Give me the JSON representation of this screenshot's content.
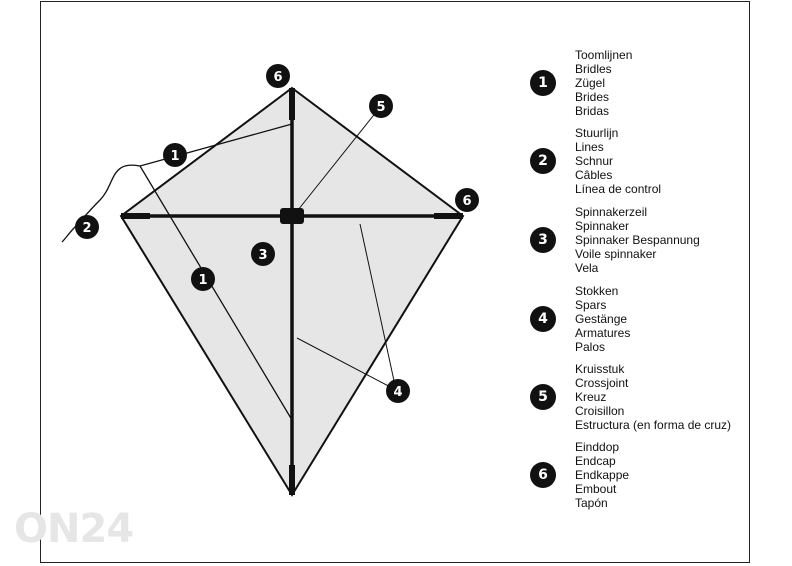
{
  "legend": [
    {
      "number": "1",
      "terms": [
        "Toomlijnen",
        "Bridles",
        "Zügel",
        "Brides",
        "Bridas"
      ]
    },
    {
      "number": "2",
      "terms": [
        "Stuurlijn",
        "Lines",
        "Schnur",
        "Câbles",
        "Línea de control"
      ]
    },
    {
      "number": "3",
      "terms": [
        "Spinnakerzeil",
        "Spinnaker",
        "Spinnaker Bespannung",
        "Voile spinnaker",
        "Vela"
      ]
    },
    {
      "number": "4",
      "terms": [
        "Stokken",
        "Spars",
        "Gestänge",
        "Armatures",
        "Palos"
      ]
    },
    {
      "number": "5",
      "terms": [
        "Kruisstuk",
        "Crossjoint",
        "Kreuz",
        "Croisillon",
        "Estructura (en forma de cruz)"
      ]
    },
    {
      "number": "6",
      "terms": [
        "Einddop",
        "Endcap",
        "Endkappe",
        "Embout",
        "Tapón"
      ]
    }
  ],
  "callouts": {
    "top_endcap": "6",
    "right_endcap": "6",
    "crossjoint": "5",
    "bridle_upper": "1",
    "bridle_lower": "1",
    "control_line": "2",
    "sail": "3",
    "spars": "4"
  },
  "watermark": "ON24",
  "colors": {
    "sail": "#e6e6e6",
    "outline": "#111111",
    "badge": "#111111"
  }
}
